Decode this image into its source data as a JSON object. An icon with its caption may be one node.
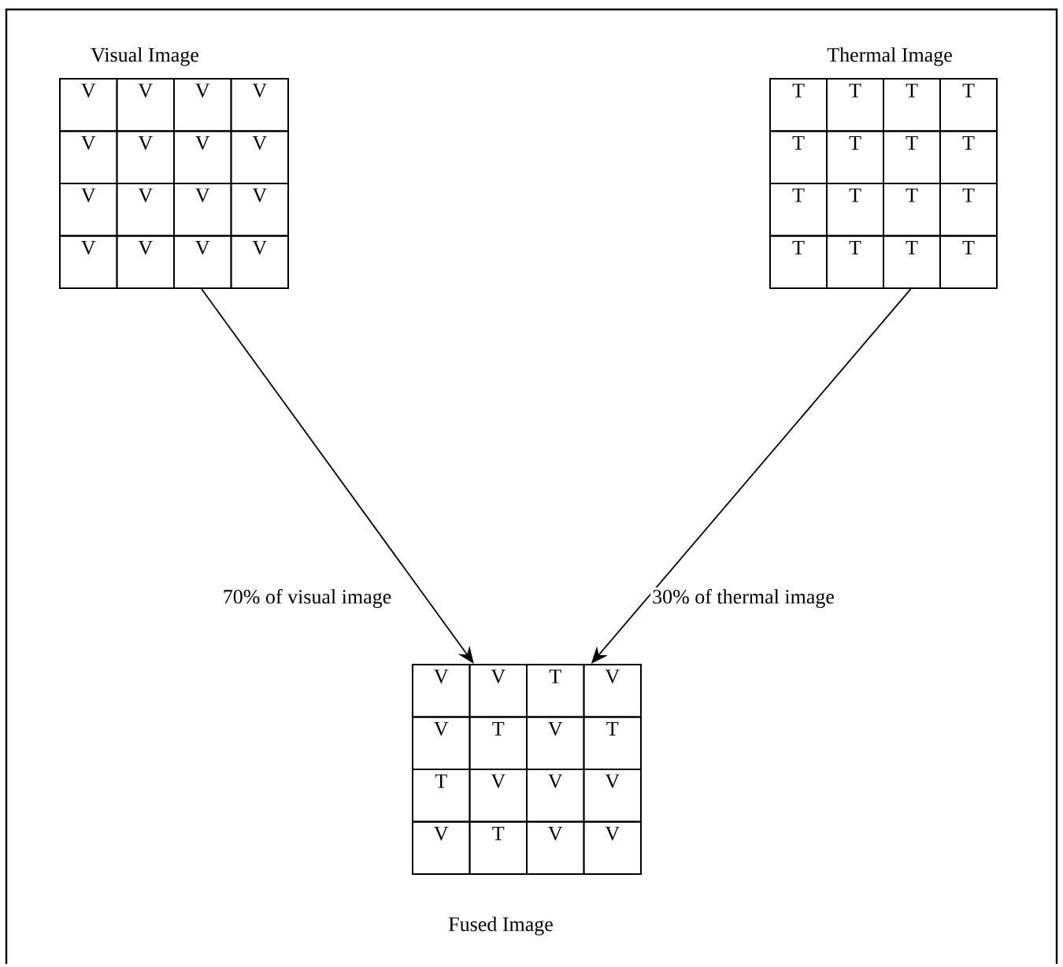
{
  "diagram": {
    "nodes": [
      {
        "text": [
          "Visual Image",
          "V",
          "V",
          "V",
          "V",
          "V",
          "V",
          "V",
          "V",
          "V",
          "V",
          "V",
          "V",
          "V",
          "V",
          "V",
          "V"
        ]
      },
      {
        "text": [
          "Thermal Image",
          "T",
          "T",
          "T",
          "T",
          "T",
          "T",
          "T",
          "T",
          "T",
          "T",
          "T",
          "T",
          "T",
          "T",
          "T",
          "T"
        ]
      },
      {
        "text": [
          "Fused Image",
          "V",
          "V",
          "T",
          "V",
          "V",
          "T",
          "V",
          "T",
          "T",
          "V",
          "V",
          "V",
          "V",
          "T",
          "V",
          "V"
        ]
      }
    ],
    "edges": [
      {
        "from": 0,
        "to": 2,
        "arrow": "to",
        "label": "70% of visual image"
      },
      {
        "from": 1,
        "to": 2,
        "arrow": "to",
        "label": "30% of thermal image"
      }
    ]
  }
}
